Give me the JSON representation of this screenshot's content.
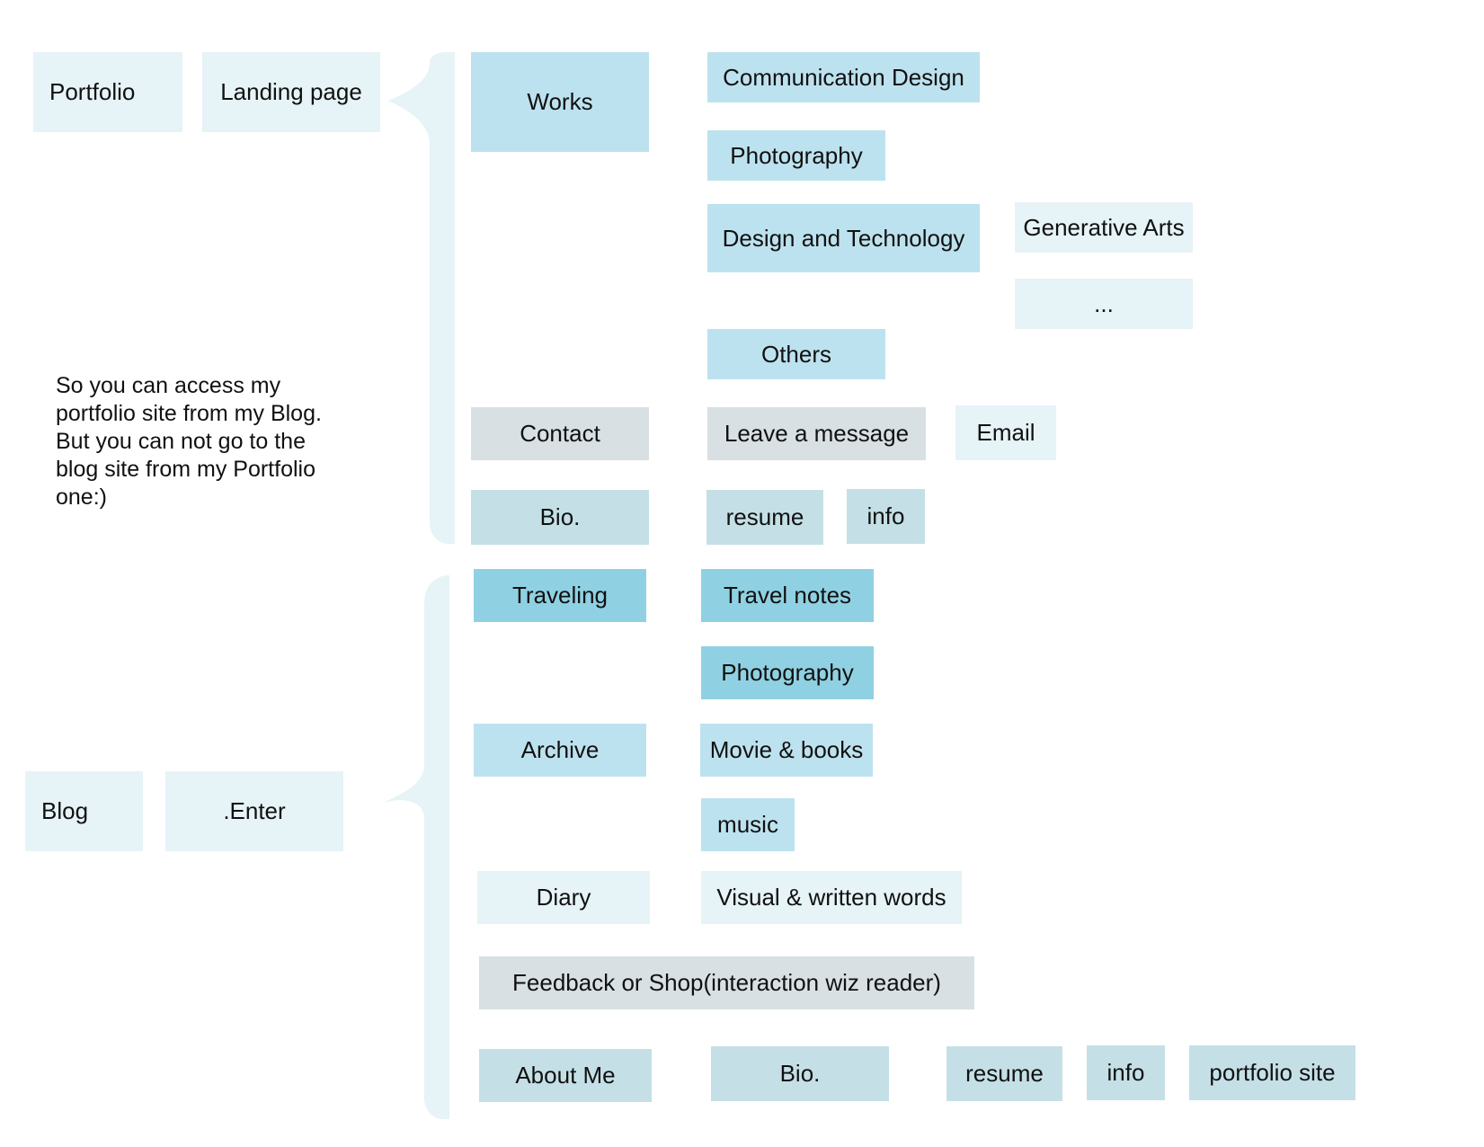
{
  "colors": {
    "very_light_blue": "#e6f3f7",
    "light_blue": "#bde2ef",
    "medium_blue": "#8fd1e2",
    "gray_teal": "#c4e0e6",
    "light_gray": "#d8e0e3"
  },
  "portfolio": {
    "root": "Portfolio",
    "landing": "Landing page",
    "works": {
      "label": "Works",
      "items": [
        "Communication Design",
        "Photography",
        "Design and Technology",
        "Others"
      ],
      "design_tech_children": [
        "Generative Arts",
        "..."
      ]
    },
    "contact": {
      "label": "Contact",
      "items": [
        "Leave a message",
        "Email"
      ]
    },
    "bio": {
      "label": "Bio.",
      "items": [
        "resume",
        "info"
      ]
    }
  },
  "note": "So you can access my\nportfolio site from my Blog.\nBut you can not go to the\nblog site from my Portfolio\none:)",
  "blog": {
    "root": "Blog",
    "enter": ".Enter",
    "traveling": {
      "label": "Traveling",
      "items": [
        "Travel notes",
        "Photography"
      ]
    },
    "archive": {
      "label": "Archive",
      "items": [
        "Movie & books",
        "music"
      ]
    },
    "diary": {
      "label": "Diary",
      "items": [
        "Visual & written words"
      ]
    },
    "feedback": "Feedback or Shop(interaction wiz reader)",
    "about": {
      "label": "About Me",
      "items": [
        "Bio.",
        "resume",
        "info",
        "portfolio site"
      ]
    }
  }
}
